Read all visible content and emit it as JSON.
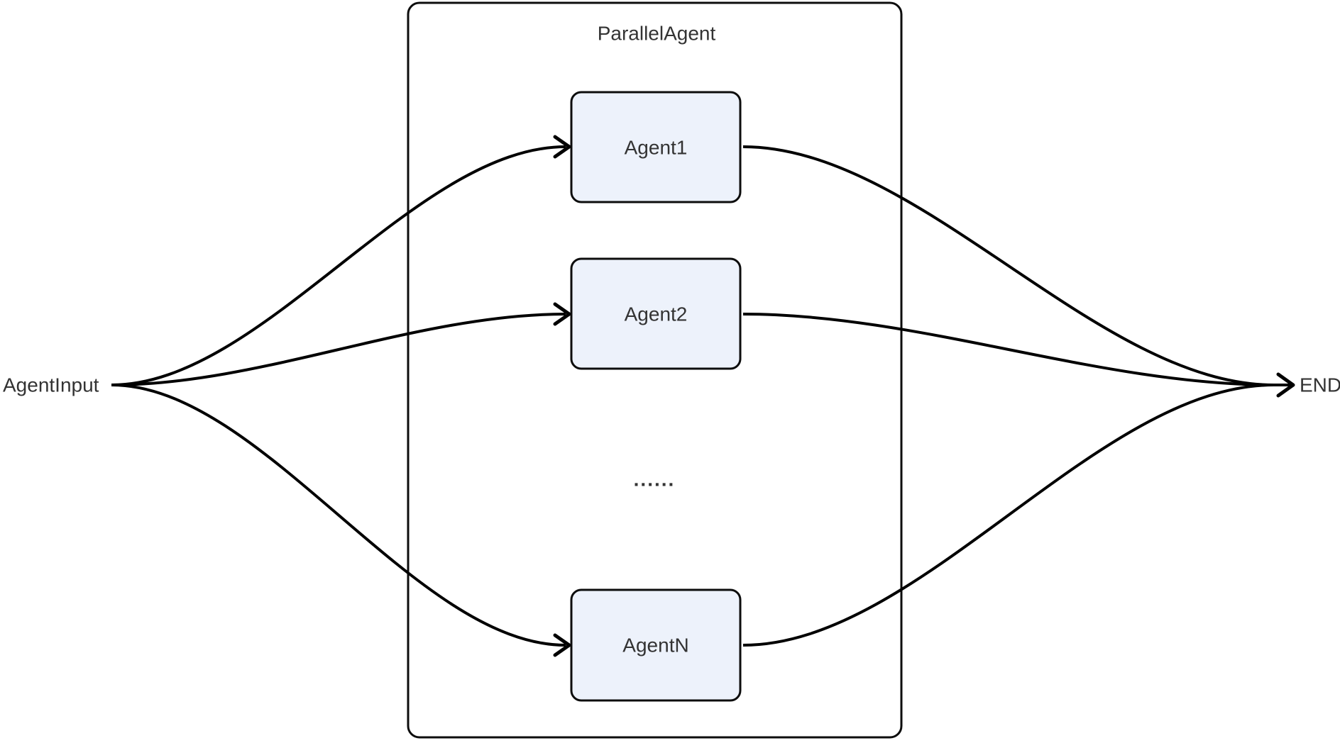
{
  "diagram": {
    "background": "#ffffff",
    "edge_color": "#000000",
    "text_color": "#333333",
    "node_fill": "#EDF2FB",
    "node_border": "#0d0d0d"
  },
  "container": {
    "label": "ParallelAgent"
  },
  "nodes": [
    {
      "id": "agent1",
      "label": "Agent1"
    },
    {
      "id": "agent2",
      "label": "Agent2"
    },
    {
      "id": "agentN",
      "label": "AgentN"
    }
  ],
  "ellipsis": "......",
  "endpoints": {
    "input": "AgentInput",
    "end": "END"
  }
}
